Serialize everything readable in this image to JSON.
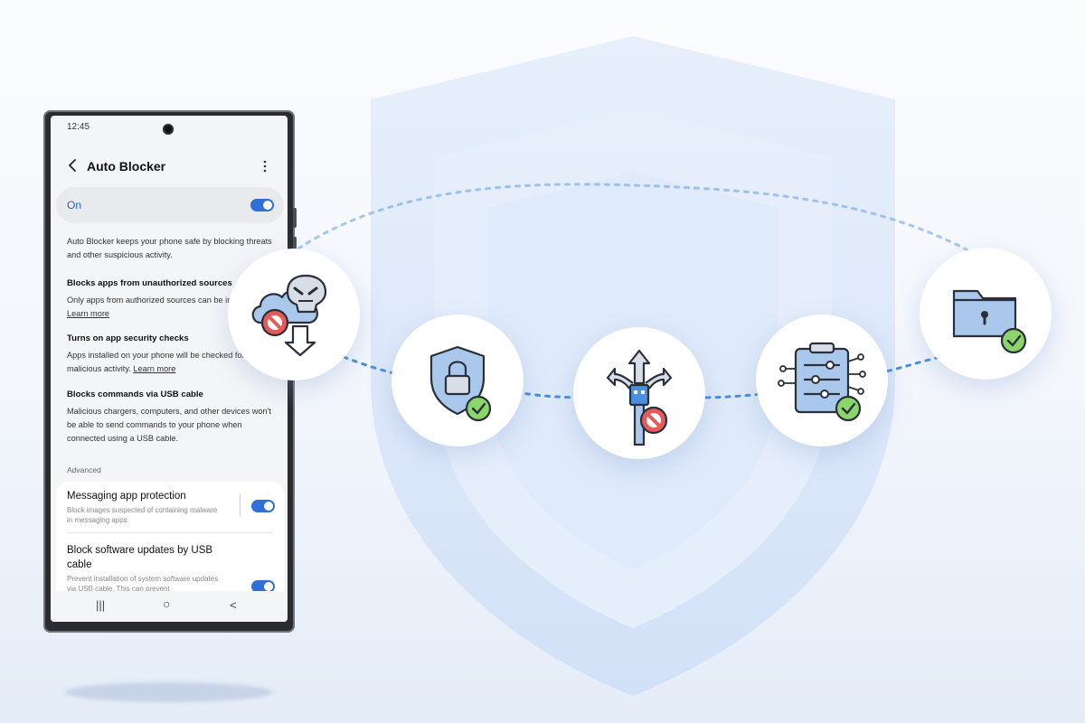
{
  "phone": {
    "status_time": "12:45",
    "header": {
      "title": "Auto Blocker"
    },
    "main_toggle": {
      "label": "On",
      "state": "on"
    },
    "intro": "Auto Blocker keeps your phone safe by blocking threats and other suspicious activity.",
    "sections": [
      {
        "title": "Blocks apps from unauthorized sources",
        "desc": "Only apps from authorized sources can be installed.",
        "link": "Learn more"
      },
      {
        "title": "Turns on app security checks",
        "desc": "Apps installed on your phone will be checked for malicious activity.",
        "link": "Learn more"
      },
      {
        "title": "Blocks commands via USB cable",
        "desc": "Malicious chargers, computers, and other devices won't be able to send commands to your phone when connected using a USB cable."
      }
    ],
    "advanced_label": "Advanced",
    "advanced_items": [
      {
        "title": "Messaging app protection",
        "desc": "Block images suspected of containing malware in messaging apps.",
        "state": "on"
      },
      {
        "title": "Block software updates by USB cable",
        "desc": "Prevent installation of system software updates via USB cable. This can prevent",
        "state": "on"
      }
    ],
    "navbar": {
      "recents": "|||",
      "home": "○",
      "back": "<"
    }
  },
  "feature_icons": [
    {
      "name": "cloud-malware-blocked-icon"
    },
    {
      "name": "shield-lock-check-icon"
    },
    {
      "name": "usb-blocked-icon"
    },
    {
      "name": "clipboard-settings-check-icon"
    },
    {
      "name": "locked-folder-check-icon"
    }
  ],
  "colors": {
    "accent": "#2f6fd8",
    "icon_fill": "#a9c8ec",
    "check_green": "#8bd66a",
    "block_red": "#e85a5a",
    "shield_bg": "#dbe7fa"
  }
}
